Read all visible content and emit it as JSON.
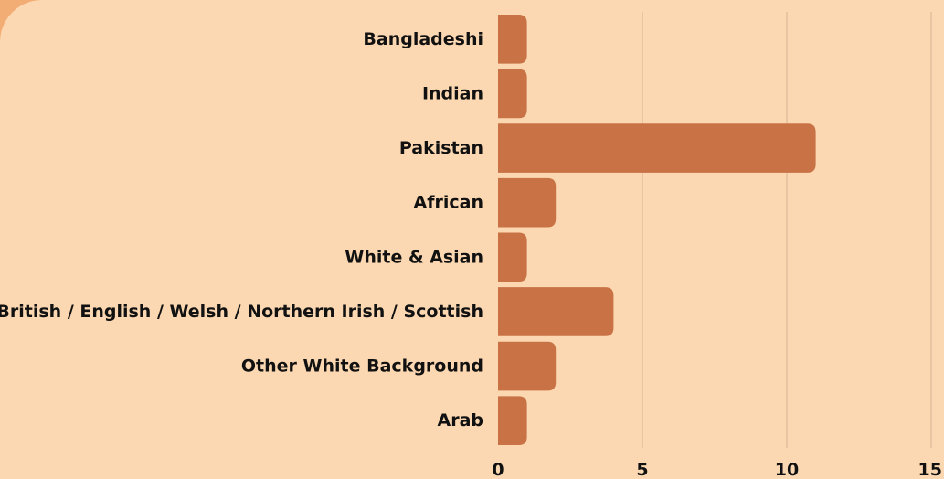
{
  "colors": {
    "outer_background": "#F2AD75",
    "panel_background": "#FBD8B1",
    "bar": "#C87245",
    "grid": "#E2BFA0"
  },
  "chart_data": {
    "type": "bar",
    "orientation": "horizontal",
    "title": "",
    "xlabel": "",
    "ylabel": "",
    "categories": [
      "Bangladeshi",
      "Indian",
      "Pakistan",
      "African",
      "White & Asian",
      "British / English / Welsh / Northern Irish / Scottish",
      "Other White Background",
      "Arab"
    ],
    "values": [
      1,
      1,
      11,
      2,
      1,
      4,
      2,
      1
    ],
    "xlim": [
      0,
      15
    ],
    "xticks": [
      0,
      5,
      10,
      15
    ],
    "grid": "vertical"
  }
}
